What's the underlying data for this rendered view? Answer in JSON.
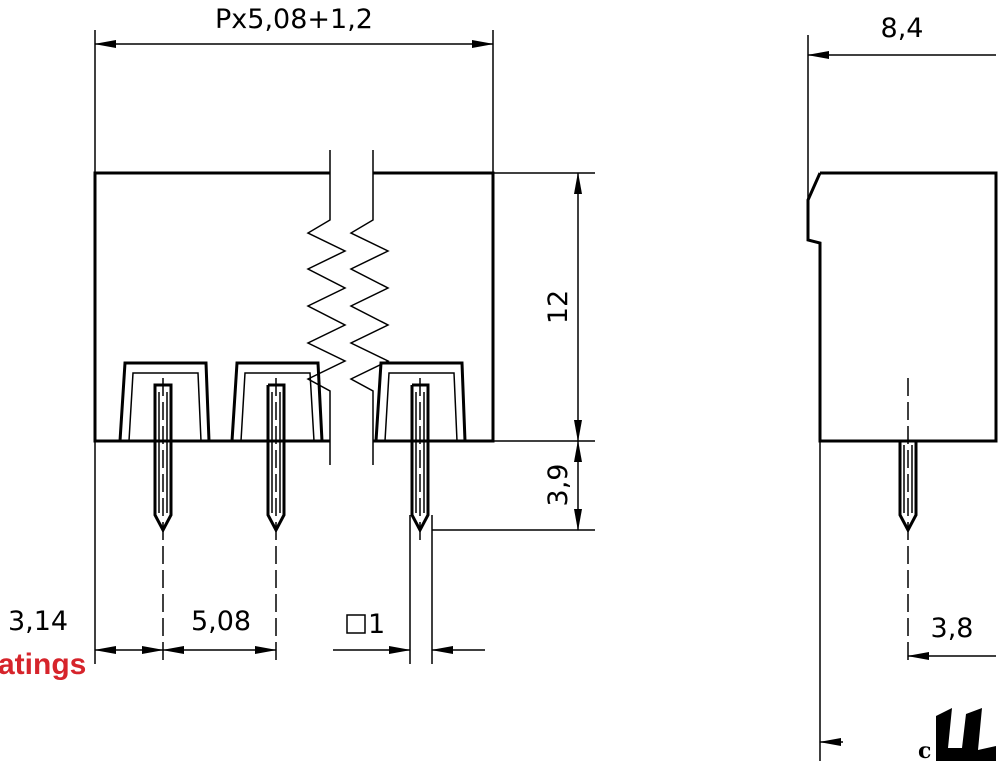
{
  "dimensions": {
    "total_width": "Px5,08+1,2",
    "depth": "8,4",
    "height": "12",
    "pin_length": "3,9",
    "first_pin_offset": "3,14",
    "pitch": "5,08",
    "pin_square": "1",
    "pin_side_offset": "3,8"
  },
  "overlay_text": {
    "ratings_fragment": "atings",
    "ul_prefix": "c"
  },
  "colors": {
    "line": "#000000",
    "accent": "#d6242b",
    "background": "#ffffff"
  },
  "icons": [
    "square-icon",
    "ul-mark-icon"
  ]
}
